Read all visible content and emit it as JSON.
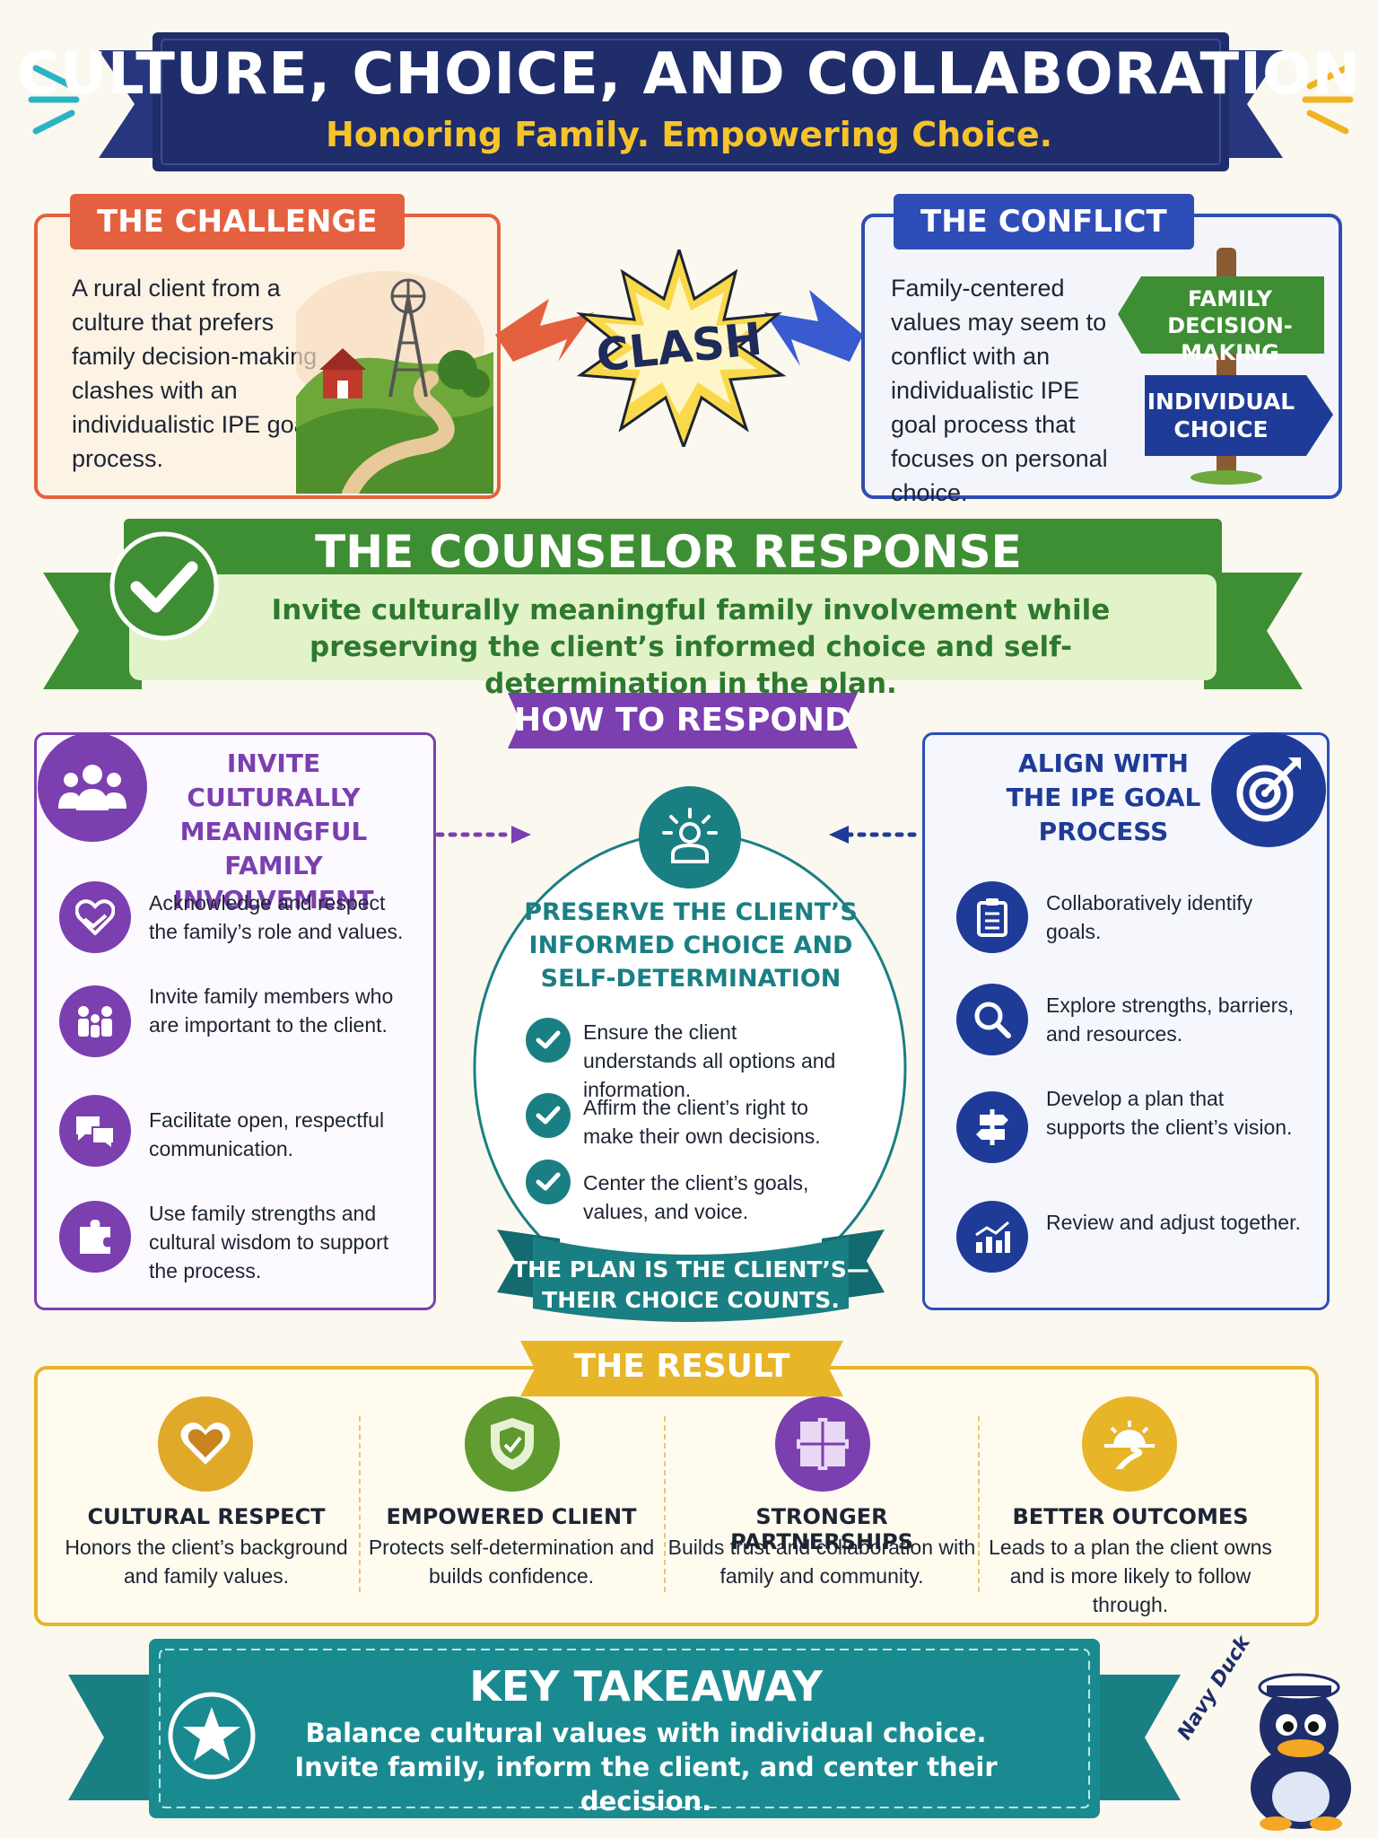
{
  "header": {
    "title": "CULTURE, CHOICE, AND COLLABORATION",
    "subtitle": "Honoring Family. Empowering Choice."
  },
  "challenge": {
    "label": "THE CHALLENGE",
    "text": "A rural client from a culture that prefers family decision-making clashes with an individualistic IPE goal process."
  },
  "clash": {
    "label": "CLASH"
  },
  "conflict": {
    "label": "THE CONFLICT",
    "text": "Family-centered values may seem to conflict with an individualistic IPE goal process that focuses on personal choice.",
    "sign_top": "FAMILY DECISION-MAKING",
    "sign_bottom": "INDIVIDUAL CHOICE"
  },
  "response": {
    "heading": "THE COUNSELOR RESPONSE",
    "text": "Invite culturally meaningful family involvement while preserving the client’s informed choice and self-determination in the plan."
  },
  "how_to_respond": {
    "label": "HOW TO RESPOND"
  },
  "left_column": {
    "heading": "INVITE CULTURALLY MEANINGFUL FAMILY INVOLVEMENT",
    "items": [
      {
        "text": "Acknowledge and respect the family’s role and values.",
        "icon": "heart-hands-icon"
      },
      {
        "text": "Invite family members who are important to the client.",
        "icon": "family-icon"
      },
      {
        "text": "Facilitate open, respectful communication.",
        "icon": "chat-bubbles-icon"
      },
      {
        "text": "Use family strengths and cultural wisdom to support the process.",
        "icon": "puzzle-icon"
      }
    ]
  },
  "center": {
    "heading": "PRESERVE THE CLIENT’S INFORMED CHOICE AND SELF-DETERMINATION",
    "items": [
      {
        "text": "Ensure the client understands all options and information."
      },
      {
        "text": "Affirm the client’s right to make their own decisions."
      },
      {
        "text": "Center the client’s goals, values, and voice."
      }
    ],
    "banner": "THE PLAN IS THE CLIENT’S— THEIR CHOICE COUNTS."
  },
  "right_column": {
    "heading": "ALIGN WITH THE IPE GOAL PROCESS",
    "items": [
      {
        "text": "Collaboratively identify goals.",
        "icon": "clipboard-icon"
      },
      {
        "text": "Explore strengths, barriers, and resources.",
        "icon": "magnifier-icon"
      },
      {
        "text": "Develop a plan that supports the client’s vision.",
        "icon": "signpost-icon"
      },
      {
        "text": "Review and adjust together.",
        "icon": "growth-chart-icon"
      }
    ]
  },
  "result": {
    "label": "THE RESULT",
    "items": [
      {
        "title": "CULTURAL RESPECT",
        "text": "Honors the client’s background and family values.",
        "color": "#e0a92a"
      },
      {
        "title": "EMPOWERED CLIENT",
        "text": "Protects self-determination and builds confidence.",
        "color": "#5f9a2e"
      },
      {
        "title": "STRONGER PARTNERSHIPS",
        "text": "Builds trust and collaboration with family and community.",
        "color": "#7b3fb0"
      },
      {
        "title": "BETTER OUTCOMES",
        "text": "Leads to a plan the client owns and is more likely to follow through.",
        "color": "#e8b428"
      }
    ]
  },
  "takeaway": {
    "heading": "KEY TAKEAWAY",
    "line1": "Balance cultural values with individual choice.",
    "line2": "Invite family, inform the client, and center their decision."
  },
  "mascot": {
    "label": "Navy Duck"
  },
  "colors": {
    "navy": "#1f2d6a",
    "red": "#e4613f",
    "blue": "#2f4db6",
    "green": "#3e8e33",
    "purple": "#7b3fb0",
    "teal": "#1a7f83",
    "gold": "#e8b428"
  }
}
